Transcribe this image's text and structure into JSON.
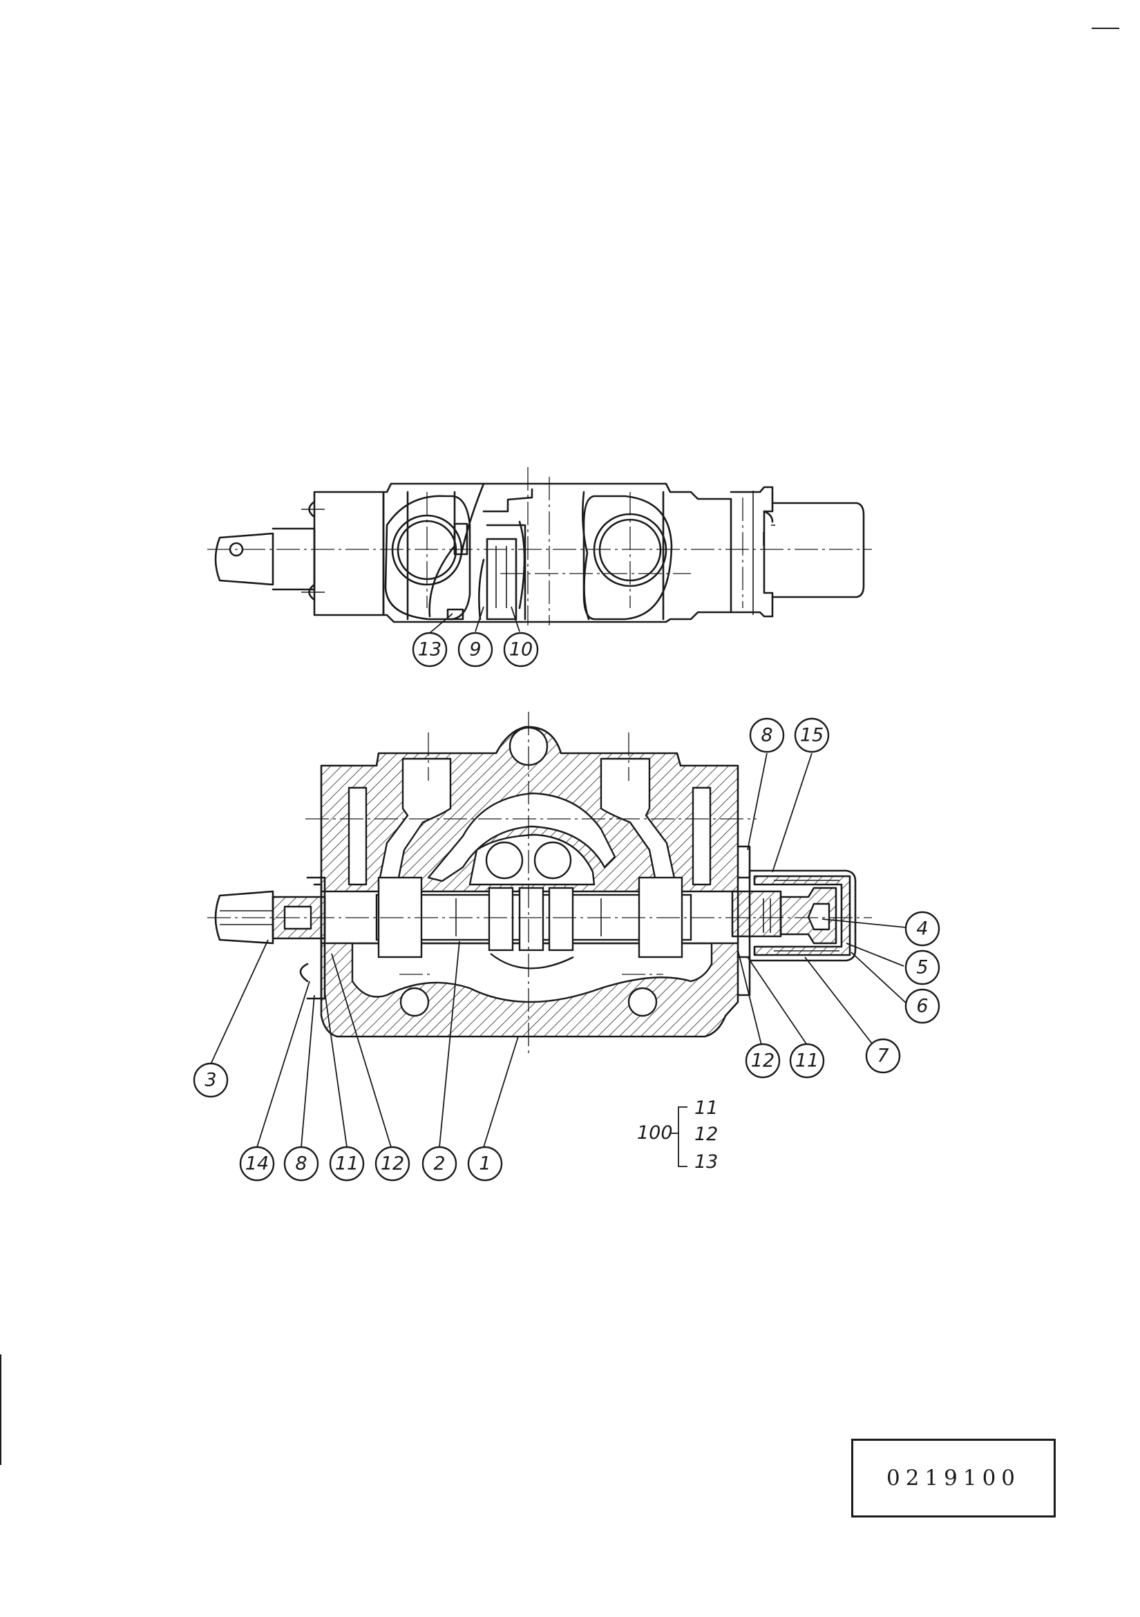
{
  "drawing_number": "0219100",
  "top_view_labels": [
    "13",
    "9",
    "10"
  ],
  "section_view_labels": [
    "8",
    "15",
    "4",
    "5",
    "6",
    "7",
    "11",
    "12",
    "3",
    "14",
    "8",
    "11",
    "12",
    "2",
    "1"
  ],
  "assembly_note": {
    "number": "100",
    "items": [
      "11",
      "12",
      "13"
    ]
  }
}
